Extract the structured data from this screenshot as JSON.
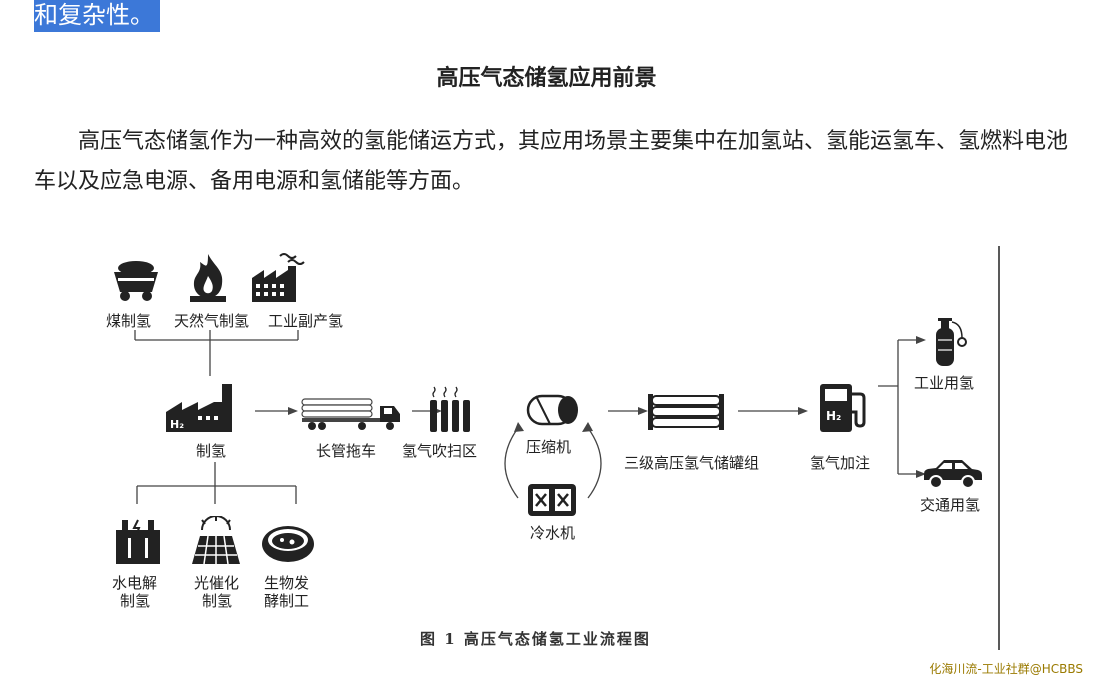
{
  "highlight_fragment": "和复杂性。",
  "section_heading": "高压气态储氢应用前景",
  "body_paragraph": "高压气态储氢作为一种高效的氢能储运方式，其应用场景主要集中在加氢站、氢能运氢车、氢燃料电池车以及应急电源、备用电源和氢储能等方面。",
  "figure": {
    "sources": {
      "coal": "煤制氢",
      "natural_gas": "天然气制氢",
      "byproduct": "工业副产氢"
    },
    "production": "制氢",
    "methods": {
      "electrolysis_line1": "水电解",
      "electrolysis_line2": "制氢",
      "photocatalysis_line1": "光催化",
      "photocatalysis_line2": "制氢",
      "biological_line1": "生物发",
      "biological_line2": "酵制工"
    },
    "tube_trailer": "长管拖车",
    "purge_zone": "氢气吹扫区",
    "compressor": "压缩机",
    "chiller": "冷水机",
    "storage_bank": "三级高压氢气储罐组",
    "dispenser": "氢气加注",
    "industrial_use": "工业用氢",
    "transport_use": "交通用氢",
    "caption": "图 1   高压气态储氢工业流程图",
    "h2_mark": "H₂"
  },
  "watermark": "化海川流-工业社群@HCBBS"
}
